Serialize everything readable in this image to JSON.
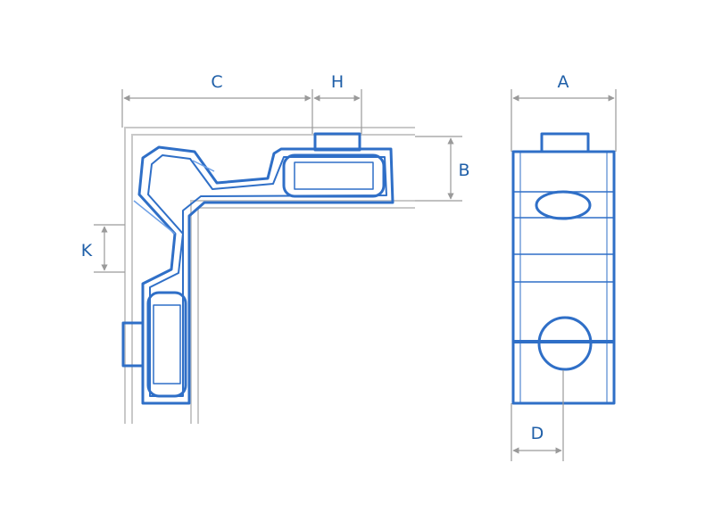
{
  "diagram": {
    "colors": {
      "outline": "#2f6fc7",
      "outline_light": "#6ea0e6",
      "wall": "#c9c9c9",
      "dimension": "#9a9a9a",
      "label": "#1f5fa8"
    },
    "dimensions": {
      "c": "C",
      "h": "H",
      "a": "A",
      "b": "B",
      "k": "K",
      "d": "D"
    }
  }
}
